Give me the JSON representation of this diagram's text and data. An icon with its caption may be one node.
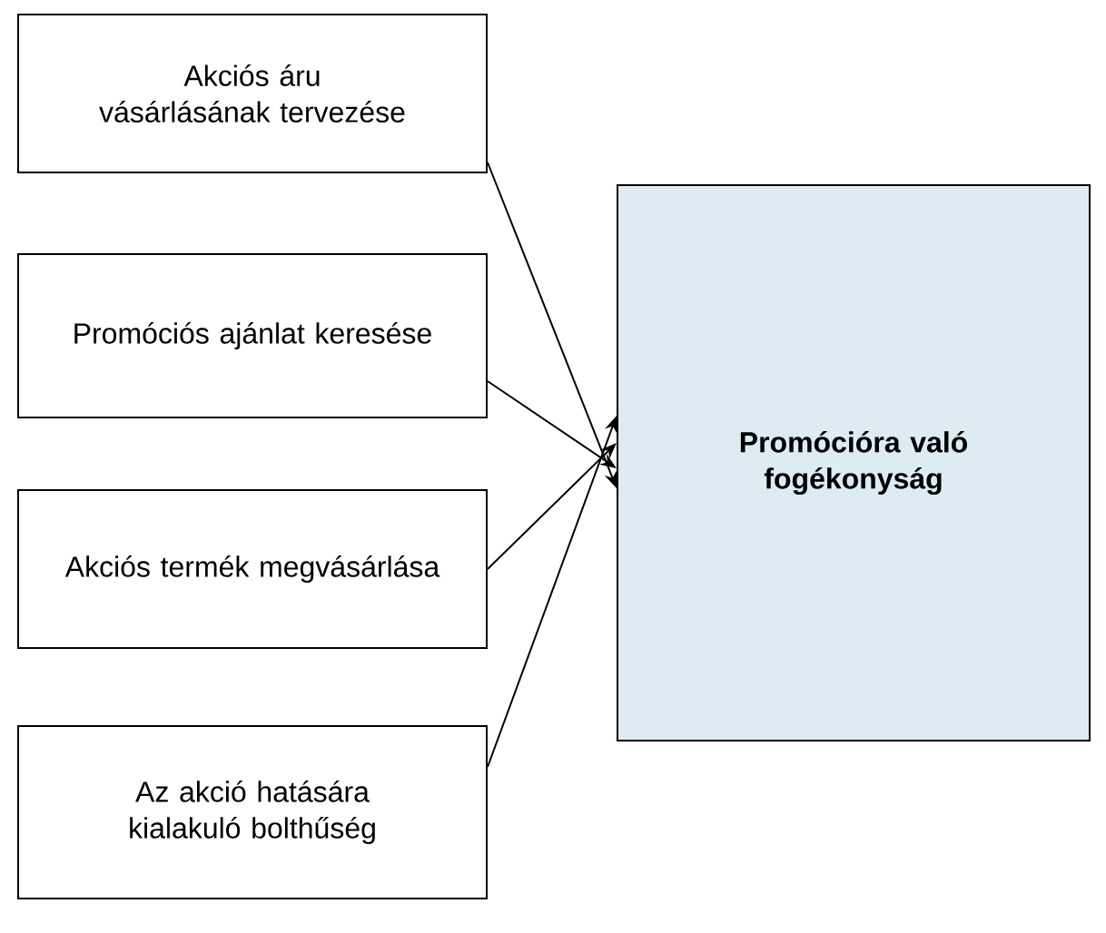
{
  "diagram": {
    "nodes": [
      {
        "text": [
          "Akciós áru vásárlásának tervezése"
        ]
      },
      {
        "text": [
          "Promóciós ajánlat keresése"
        ]
      },
      {
        "text": [
          "Akciós termék megvásárlása"
        ]
      },
      {
        "text": [
          "Az akció hatására kialakuló bolthűség"
        ]
      },
      {
        "text": [
          "Promócióra való fogékonyság"
        ]
      }
    ],
    "edges": [
      {
        "from": 0,
        "to": 4,
        "arrow": "to"
      },
      {
        "from": 1,
        "to": 4,
        "arrow": "to"
      },
      {
        "from": 2,
        "to": 4,
        "arrow": "to"
      },
      {
        "from": 3,
        "to": 4,
        "arrow": "to"
      }
    ]
  }
}
